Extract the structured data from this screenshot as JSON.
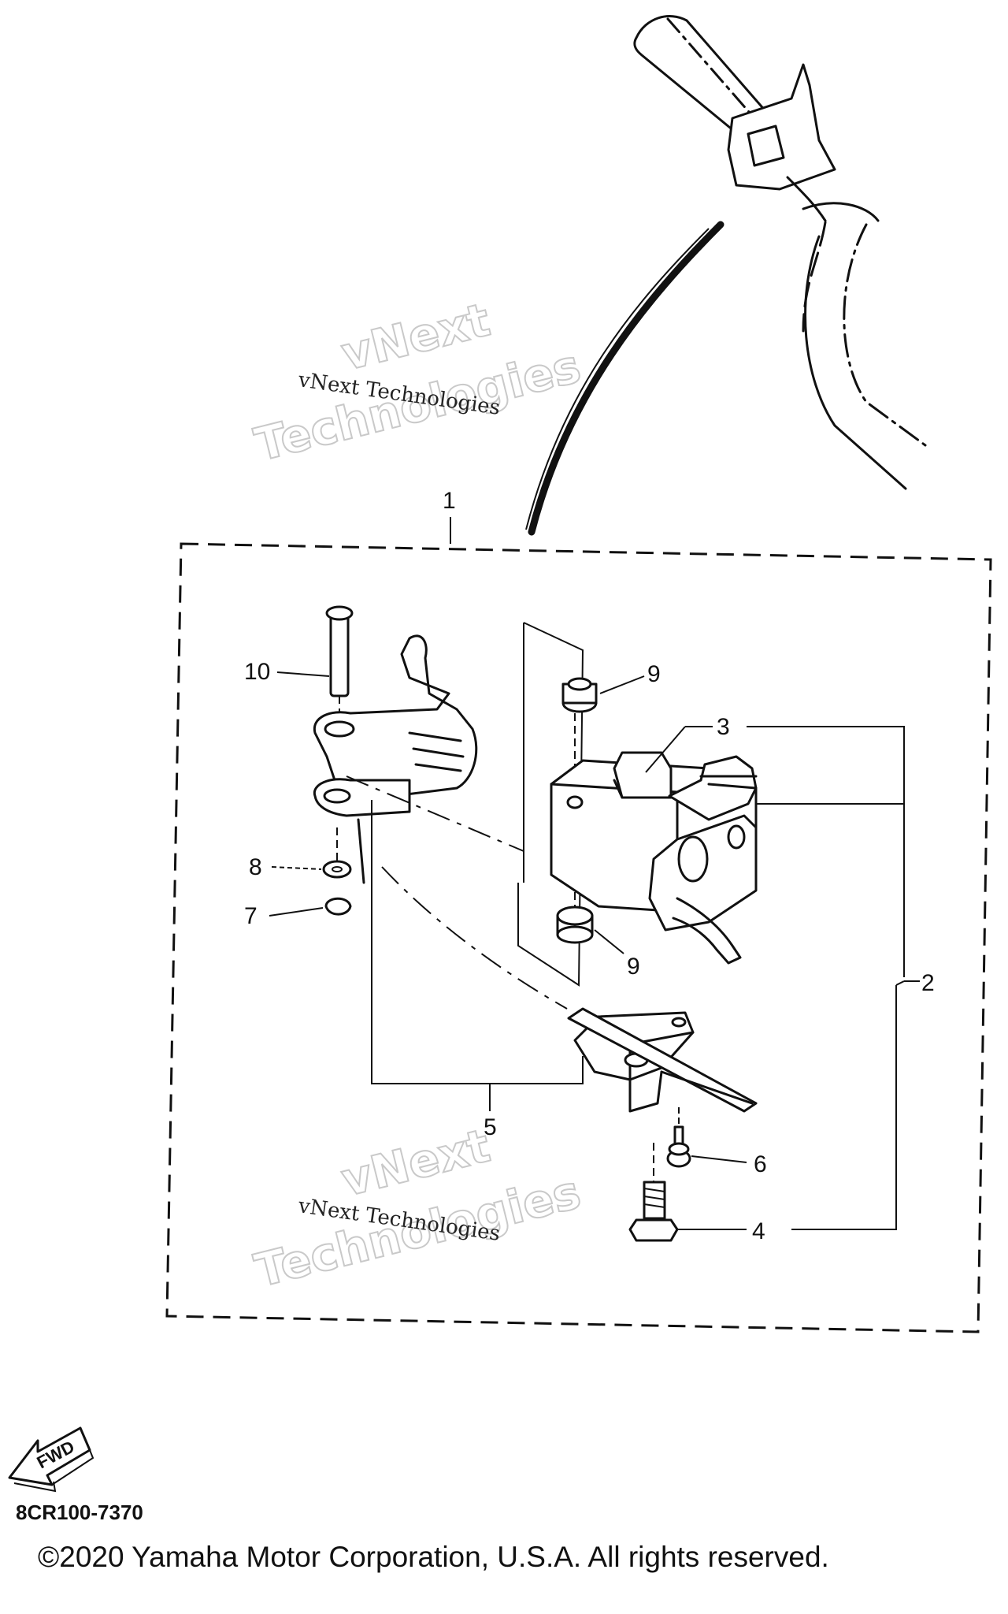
{
  "diagram": {
    "callouts": [
      "1",
      "2",
      "3",
      "4",
      "5",
      "6",
      "7",
      "8",
      "9",
      "9",
      "10"
    ],
    "watermark_small": "vNext Technologies",
    "watermark_big_line1": "vNext",
    "watermark_big_line2": "Technologies",
    "fwd_label": "FWD",
    "part_code": "8CR100-7370",
    "copyright": "©2020 Yamaha Motor Corporation, U.S.A. All rights reserved."
  }
}
